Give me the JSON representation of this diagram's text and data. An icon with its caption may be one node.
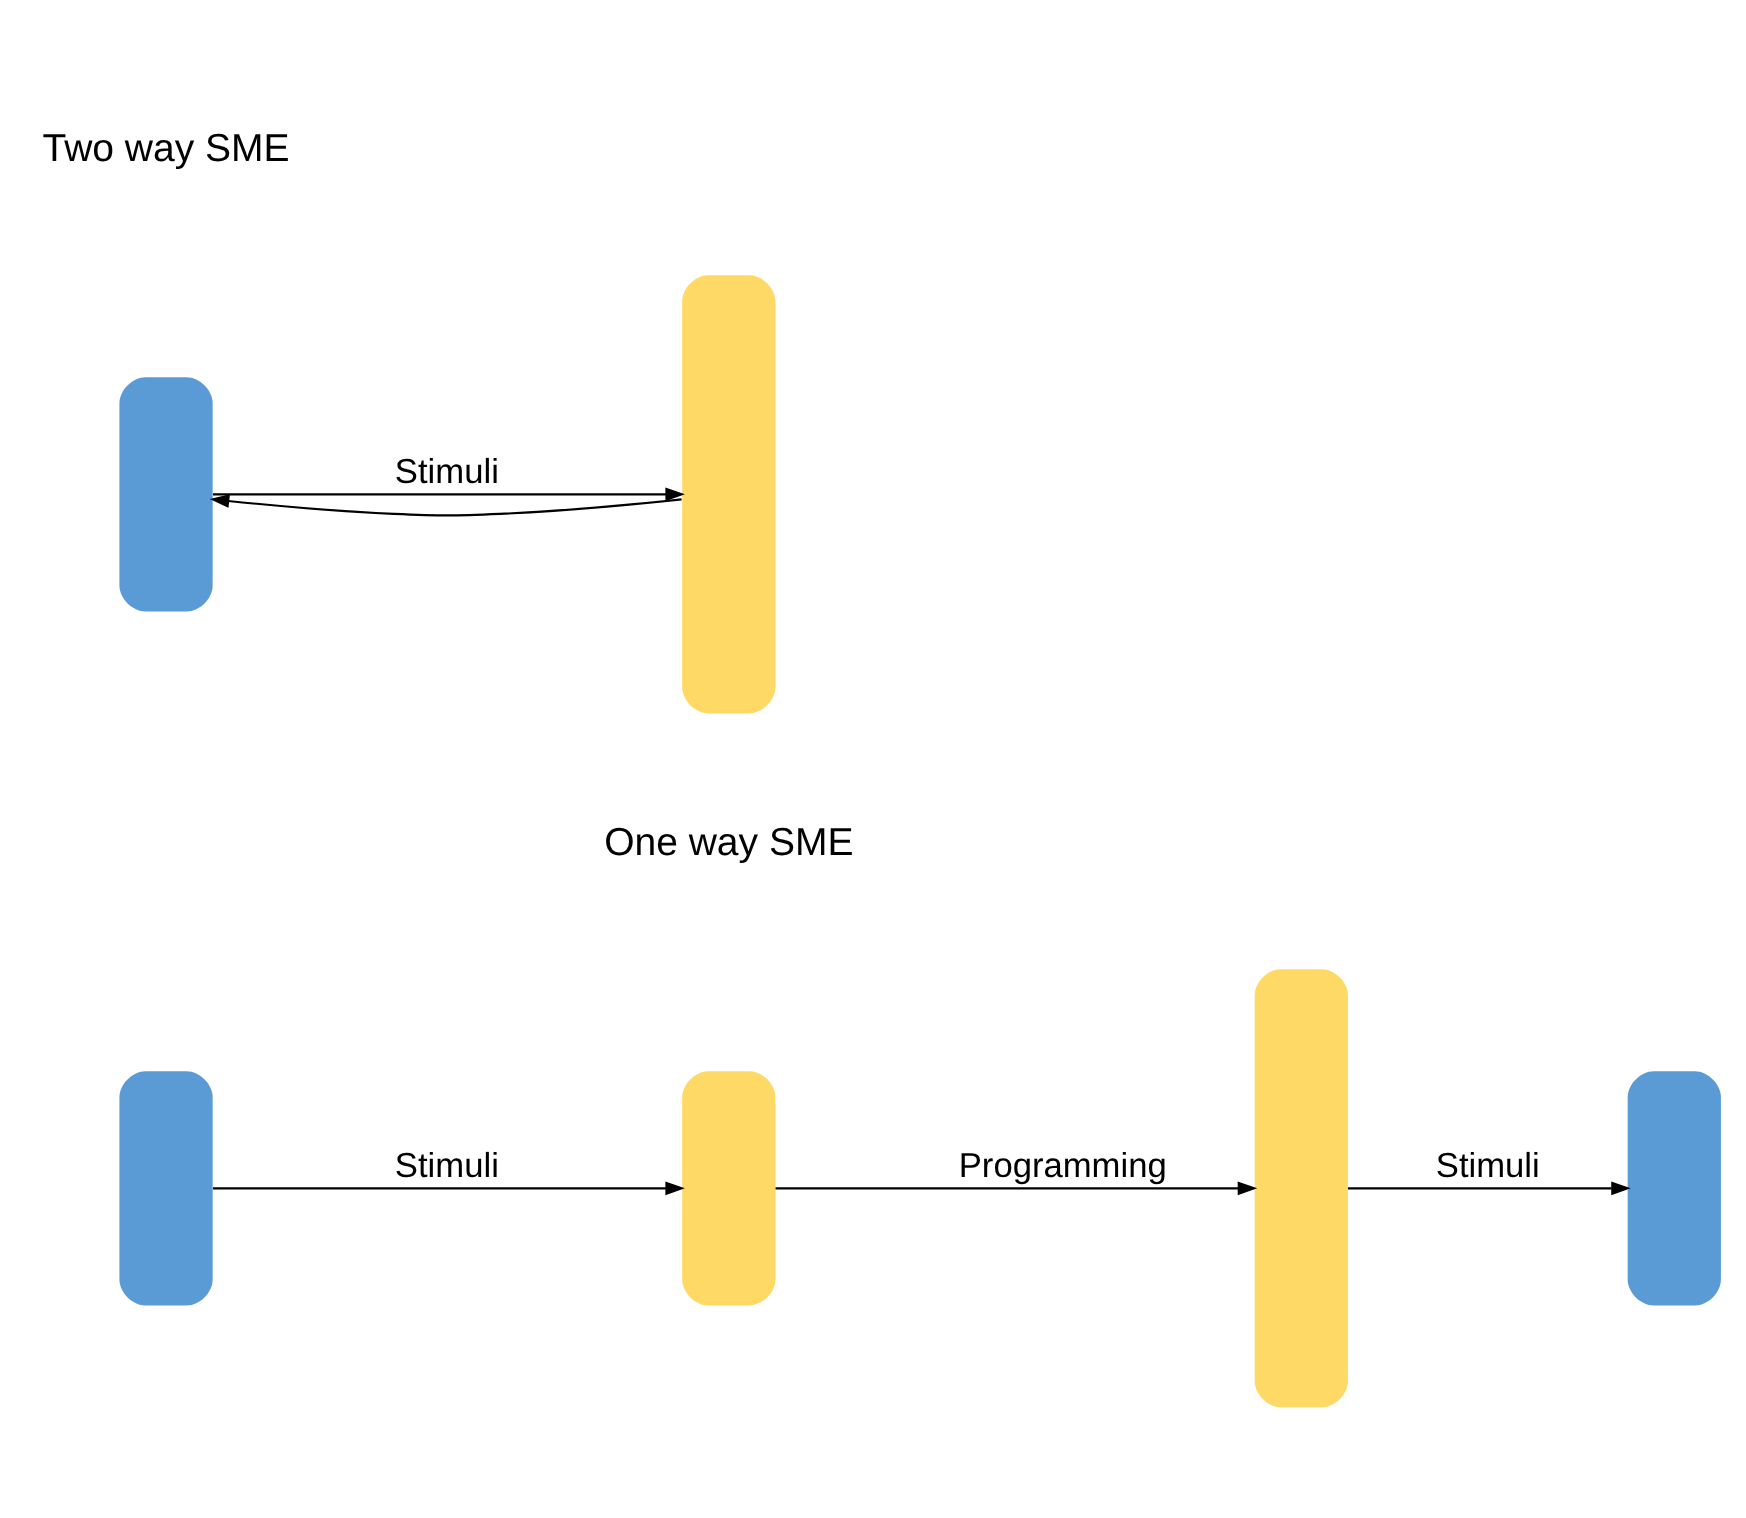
{
  "diagram": {
    "nodes": [
      {
        "text": [],
        "shape": "box"
      },
      {
        "text": [],
        "shape": "box"
      },
      {
        "text": [],
        "shape": "box"
      },
      {
        "text": [],
        "shape": "box"
      },
      {
        "text": [],
        "shape": "box"
      },
      {
        "text": [],
        "shape": "box"
      }
    ],
    "edges": [
      {
        "from": 0,
        "to": 1,
        "arrow": "to",
        "label": "Stimuli"
      },
      {
        "from": 1,
        "to": 2,
        "arrow": "to",
        "label": "Programming"
      },
      {
        "from": 2,
        "to": 3,
        "arrow": "to",
        "label": "Stimuli"
      },
      {
        "from": 4,
        "to": 5,
        "arrow": "to",
        "label": "Stimuli"
      },
      {
        "from": 5,
        "to": 4,
        "arrow": "to"
      }
    ],
    "labels": [
      "One way SME",
      "Two way SME"
    ]
  }
}
